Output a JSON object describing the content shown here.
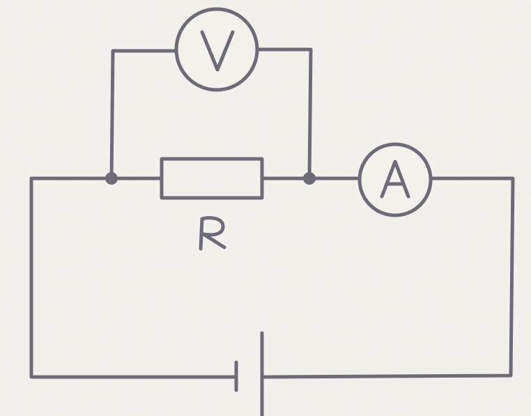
{
  "colors": {
    "background": "#f3f1ec",
    "paper_speckle": "#e6e2da",
    "ink": "#6d6b78"
  },
  "circuit": {
    "voltmeter": {
      "symbol": "V",
      "icon": "voltmeter-icon"
    },
    "ammeter": {
      "symbol": "A",
      "icon": "ammeter-icon"
    },
    "resistor": {
      "label": "R",
      "icon": "resistor-icon"
    },
    "battery": {
      "icon": "cell-icon"
    }
  }
}
